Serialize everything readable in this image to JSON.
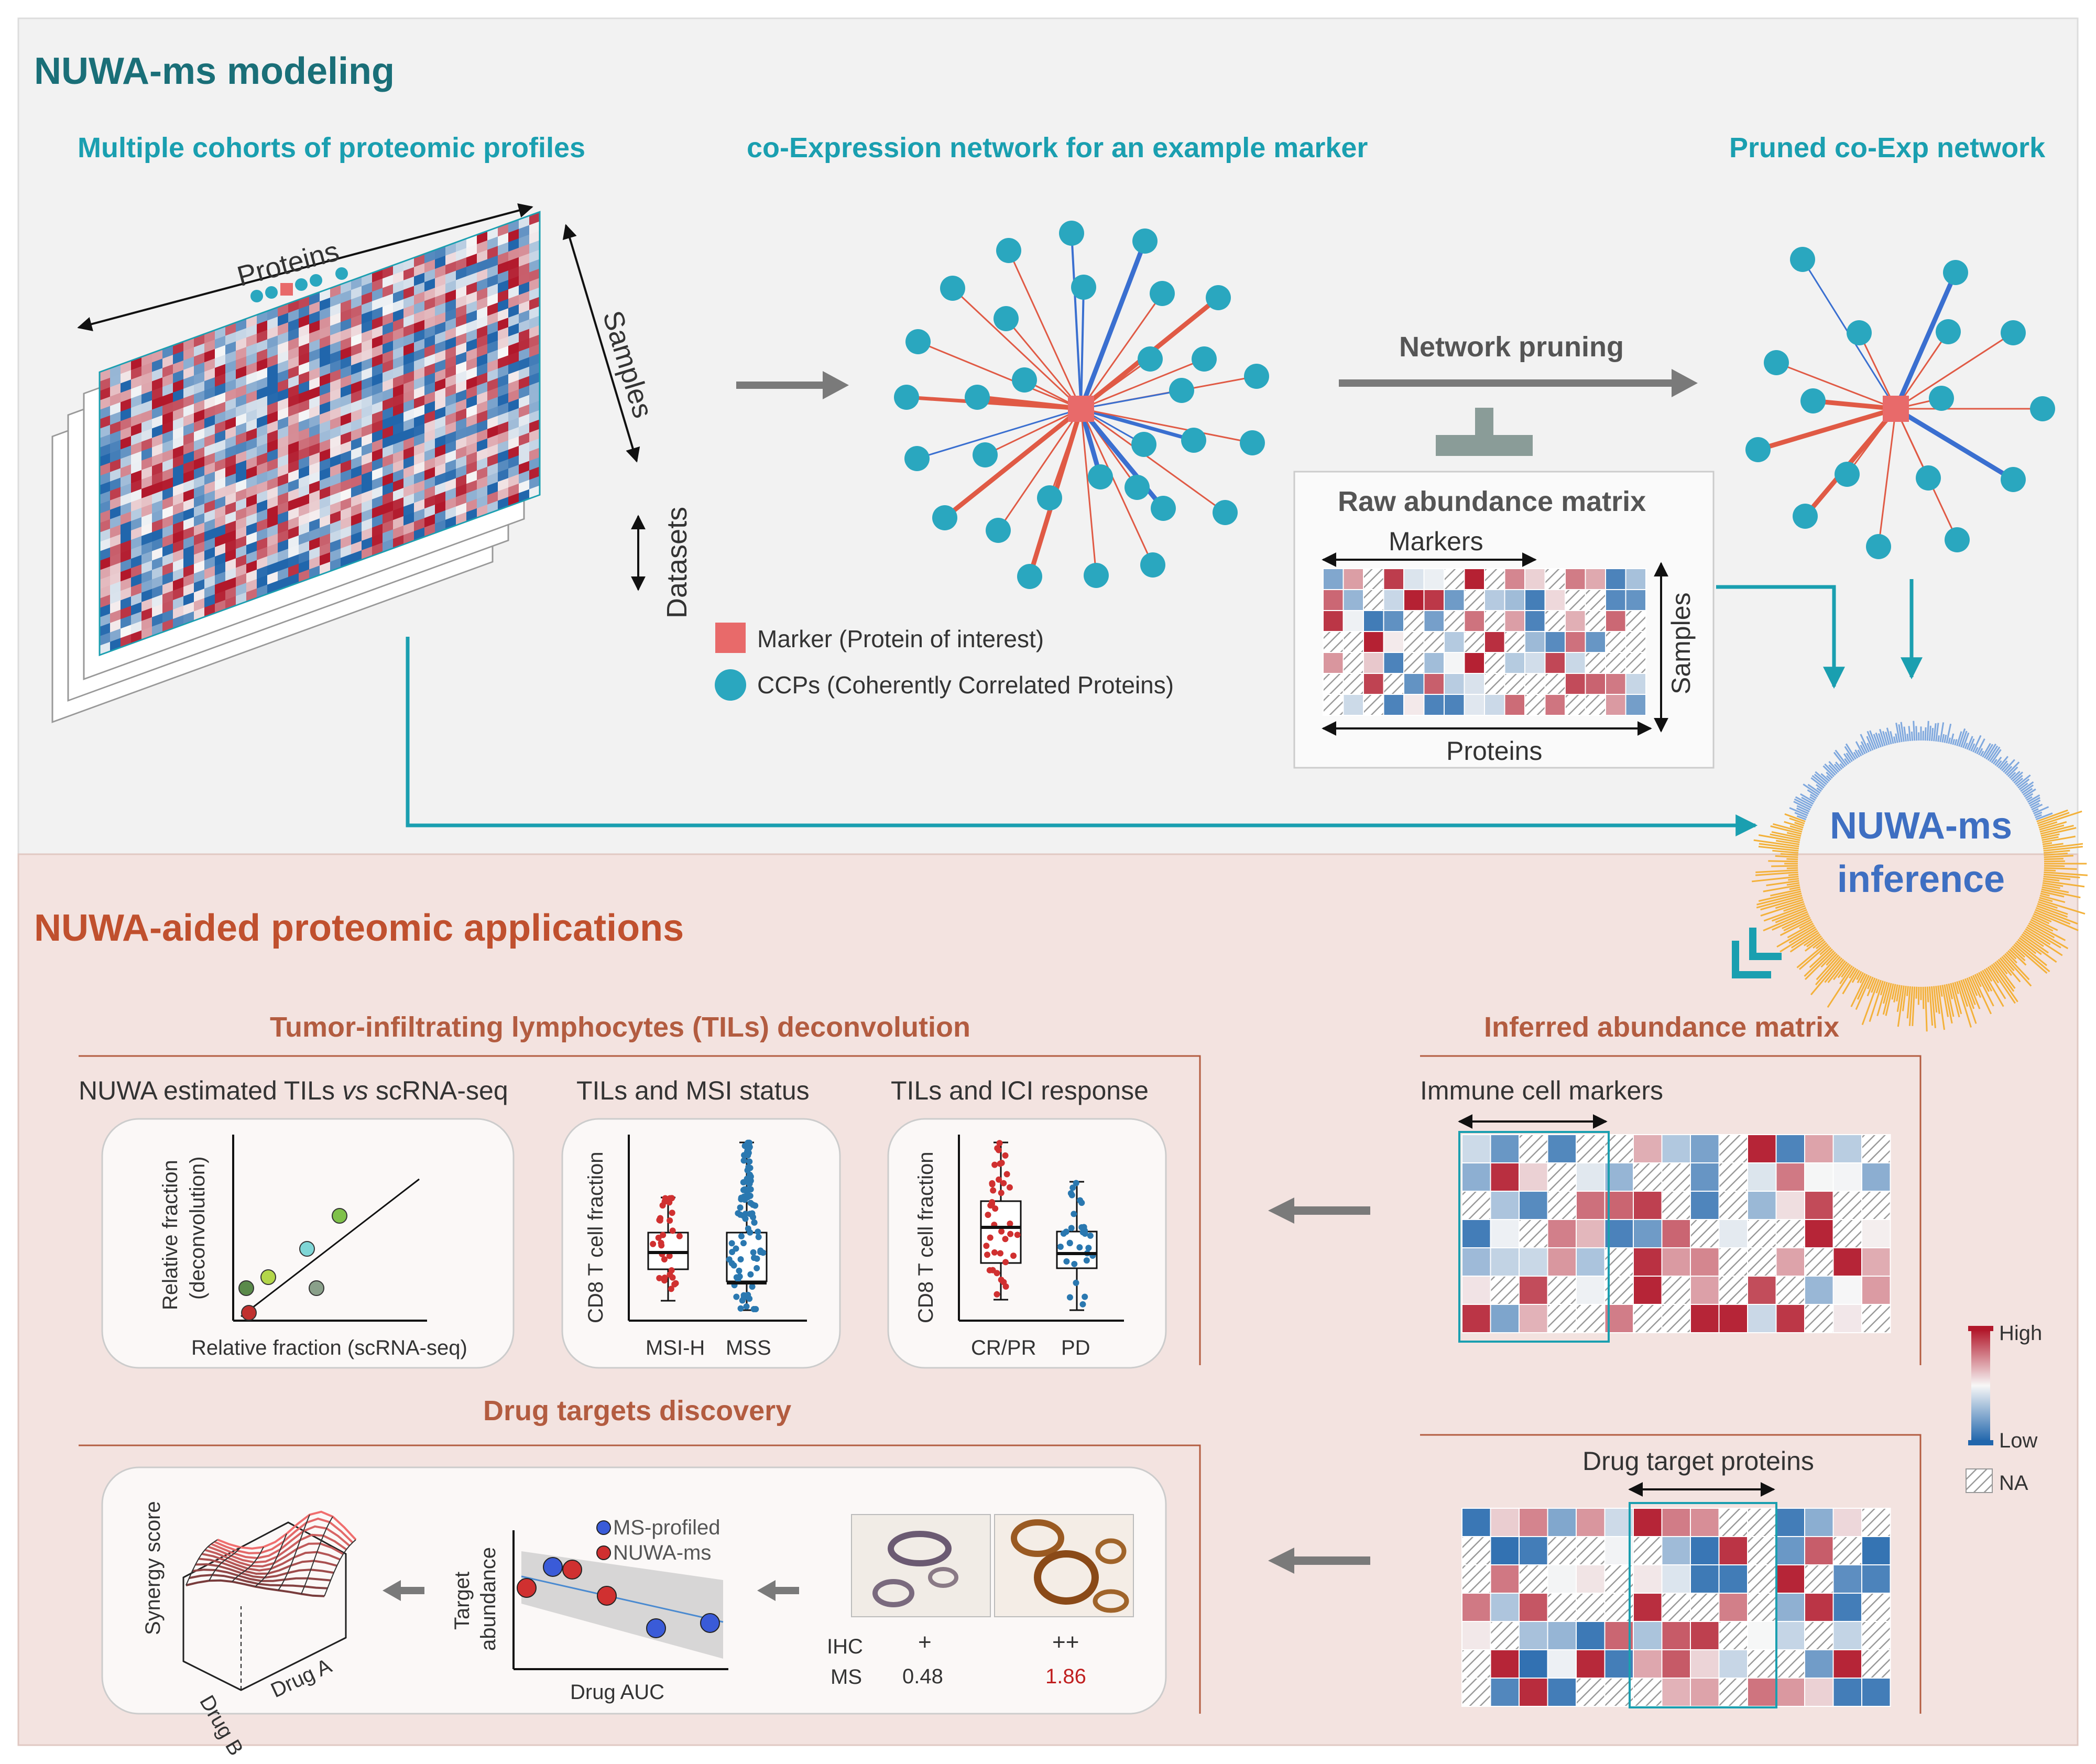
{
  "header": {
    "title": "NUWA-ms modeling"
  },
  "top": {
    "cohorts_title": "Multiple cohorts of proteomic profiles",
    "coexp_title": "co-Expression network for an example marker",
    "pruned_title": "Pruned co-Exp network",
    "axis_proteins": "Proteins",
    "axis_samples": "Samples",
    "axis_datasets": "Datasets",
    "pruning_label": "Network pruning",
    "raw_matrix_title": "Raw abundance matrix",
    "raw_markers": "Markers",
    "raw_samples": "Samples",
    "raw_proteins": "Proteins",
    "legend_marker": "Marker (Protein of interest)",
    "legend_ccp": "CCPs (Coherently Correlated Proteins)",
    "inference_line1": "NUWA-ms",
    "inference_line2": "inference"
  },
  "bottom": {
    "title": "NUWA-aided proteomic applications",
    "tils_title": "Tumor-infiltrating lymphocytes (TILs) deconvolution",
    "panel1_title_a": "NUWA estimated TILs ",
    "panel1_title_vs": "vs",
    "panel1_title_b": " scRNA-seq",
    "panel1_ylabel_1": "Relative fraction",
    "panel1_ylabel_2": "(deconvolution)",
    "panel1_xlabel": "Relative fraction (scRNA-seq)",
    "panel2_title": "TILs and MSI status",
    "panel2_ylabel": "CD8 T cell fraction",
    "panel2_cat1": "MSI-H",
    "panel2_cat2": "MSS",
    "panel3_title": "TILs and ICI response",
    "panel3_ylabel": "CD8 T cell fraction",
    "panel3_cat1": "CR/PR",
    "panel3_cat2": "PD",
    "inferred_title": "Inferred abundance matrix",
    "immune_label": "Immune cell markers",
    "drug_title": "Drug targets discovery",
    "drug_target_label": "Drug target proteins",
    "synergy_ylabel": "Synergy score",
    "synergy_drugB": "Drug B",
    "synergy_drugA": "Drug A",
    "target_ylabel_1": "Target",
    "target_ylabel_2": "abundance",
    "target_xlabel": "Drug AUC",
    "legend_ms": "MS-profiled",
    "legend_nuwa": "NUWA-ms",
    "ihc_label": "IHC",
    "ms_label": "MS",
    "ihc_val1": "+",
    "ihc_val2": "++",
    "ms_val1": "0.48",
    "ms_val2": "1.86",
    "scale_high": "High",
    "scale_low": "Low",
    "scale_na": "NA"
  },
  "colors": {
    "teal": "#1a9fb0",
    "node": "#2aa7bf",
    "marker": "#e86a6a",
    "edge_red": "#e05a45",
    "edge_blue": "#3a6fd0",
    "brown_title": "#b35c40",
    "inference_text": "#3e6fc2",
    "top_bg": "#f2f2f2",
    "bottom_bg": "#f3e3e0"
  }
}
